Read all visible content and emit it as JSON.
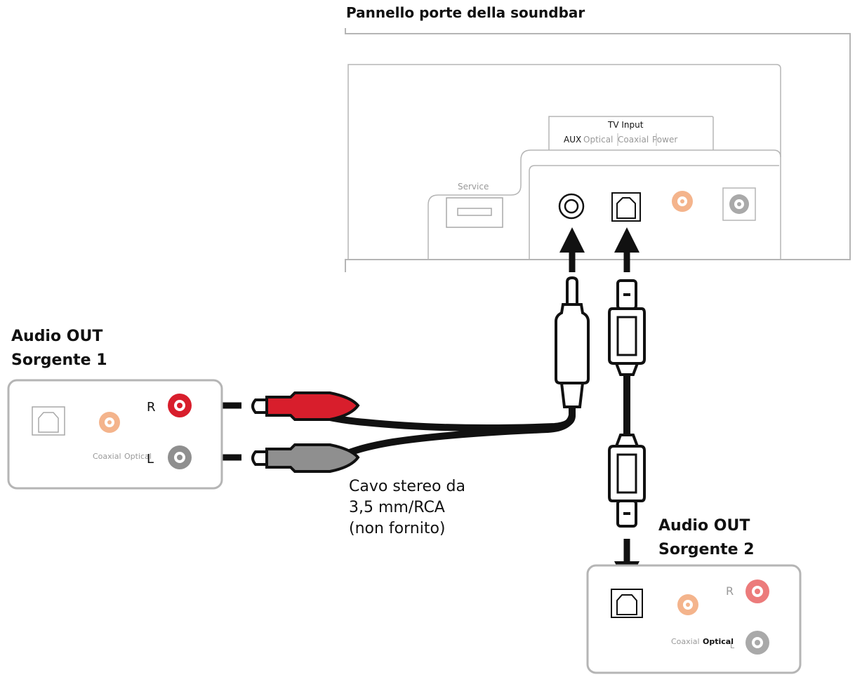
{
  "soundbar": {
    "title": "Pannello porte della soundbar",
    "service_label": "Service",
    "tv_input_label": "TV Input",
    "port_aux": "AUX",
    "port_optical": "Optical",
    "port_coaxial": "Coaxial",
    "port_power": "Power"
  },
  "source1": {
    "title_line1": "Audio OUT",
    "title_line2": "Sorgente 1",
    "label_r": "R",
    "label_l": "L",
    "label_coaxial": "Coaxial",
    "label_optical": "Optical"
  },
  "source2": {
    "title_line1": "Audio OUT",
    "title_line2": "Sorgente 2",
    "label_r": "R",
    "label_l": "L",
    "label_coaxial": "Coaxial",
    "label_optical": "Optical"
  },
  "cable": {
    "line1": "Cavo stereo da",
    "line2": "3,5 mm/RCA",
    "line3": "(non fornito)"
  },
  "colors": {
    "rca_red": "#d81e2c",
    "rca_gray": "#8f8f8f",
    "coaxial_orange": "#f4b48c",
    "panel_outline": "#b5b5b5",
    "cable_black": "#111111"
  }
}
